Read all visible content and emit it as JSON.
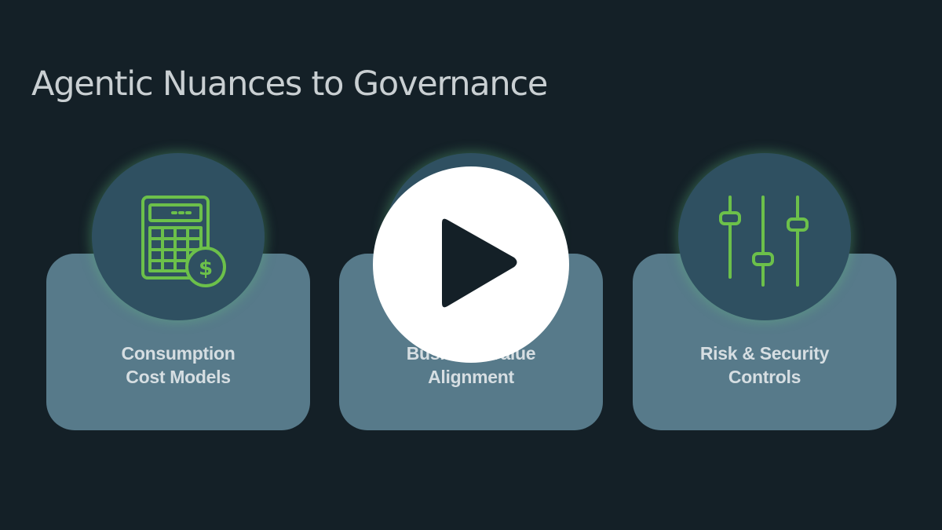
{
  "slide": {
    "title": "Agentic Nuances to Governance"
  },
  "cards": [
    {
      "label_line1": "Consumption",
      "label_line2": "Cost Models",
      "icon": "calculator-dollar-icon"
    },
    {
      "label_line1": "Business Value",
      "label_line2": "Alignment",
      "icon": "balance-scale-icon"
    },
    {
      "label_line1": "Risk & Security",
      "label_line2": "Controls",
      "icon": "sliders-icon"
    }
  ],
  "video": {
    "play_icon": "play-icon"
  },
  "colors": {
    "background": "#142027",
    "card": "#577a8a",
    "icon_circle": "#2f5061",
    "icon_stroke": "#6cc04a",
    "title_text": "#c9cfd2",
    "label_text": "#d6dee2",
    "play_button": "#ffffff",
    "play_triangle": "#142027"
  }
}
